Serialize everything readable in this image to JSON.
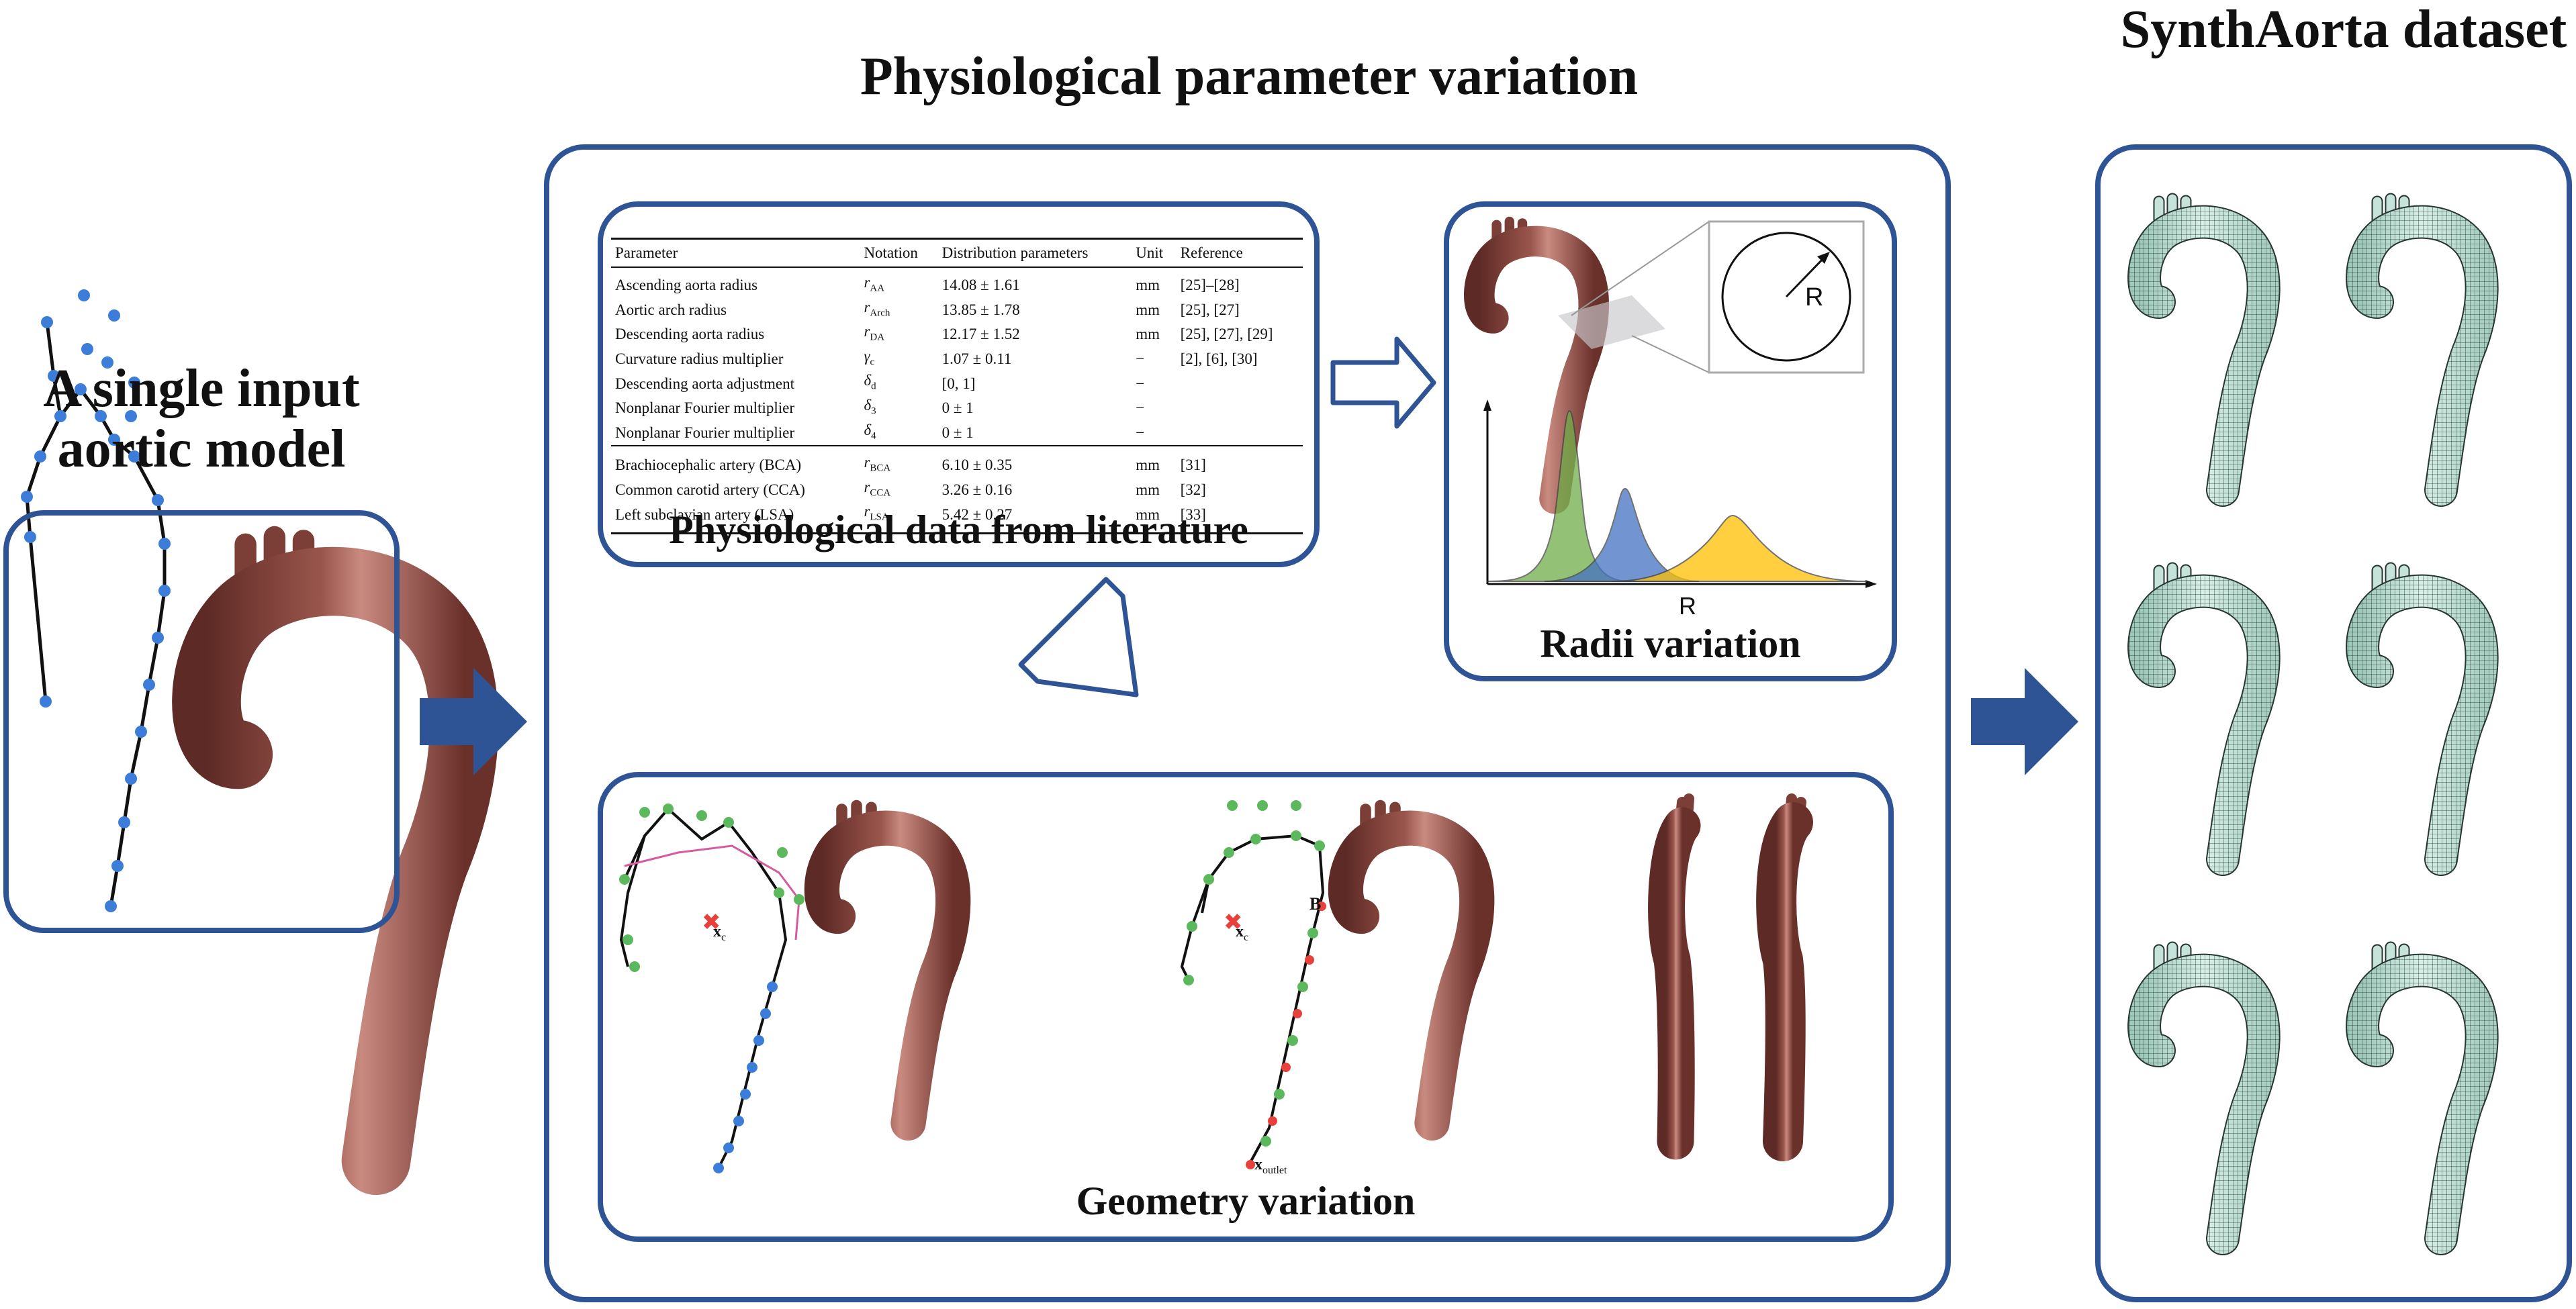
{
  "titles": {
    "input": "A single input aortic model",
    "middle": "Physiological parameter variation",
    "dataset": "SynthAorta dataset"
  },
  "panels": {
    "literature": "Physiological data from literature",
    "radii": "Radii variation",
    "geometry": "Geometry variation"
  },
  "table": {
    "headers": [
      "Parameter",
      "Notation",
      "Distribution parameters",
      "Unit",
      "Reference"
    ],
    "group1": [
      [
        "Ascending aorta radius",
        "r_AA",
        "14.08 ± 1.61",
        "mm",
        "[25]–[28]"
      ],
      [
        "Aortic arch radius",
        "r_Arch",
        "13.85 ± 1.78",
        "mm",
        "[25], [27]"
      ],
      [
        "Descending aorta radius",
        "r_DA",
        "12.17 ± 1.52",
        "mm",
        "[25], [27], [29]"
      ],
      [
        "Curvature radius multiplier",
        "γ_c",
        "1.07 ± 0.11",
        "−",
        "[2], [6], [30]"
      ],
      [
        "Descending aorta adjustment",
        "δ_d",
        "[0, 1]",
        "−",
        ""
      ],
      [
        "Nonplanar Fourier multiplier",
        "δ_3",
        "0 ± 1",
        "−",
        ""
      ],
      [
        "Nonplanar Fourier multiplier",
        "δ_4",
        "0 ± 1",
        "−",
        ""
      ]
    ],
    "group2": [
      [
        "Brachiocephalic artery (BCA)",
        "r_BCA",
        "6.10 ± 0.35",
        "mm",
        "[31]"
      ],
      [
        "Common carotid artery (CCA)",
        "r_CCA",
        "3.26 ± 0.16",
        "mm",
        "[32]"
      ],
      [
        "Left subclavian artery (LSA)",
        "r_LSA",
        "5.42 ± 0.27",
        "mm",
        "[33]"
      ]
    ]
  },
  "radii_plot": {
    "axis_label": "R",
    "circle_label": "R",
    "colors": [
      "#70ad47",
      "#4472c4",
      "#ffc000"
    ]
  },
  "geometry_labels": {
    "center": "x_c",
    "point_b": "B",
    "outlet": "x_outlet"
  },
  "colors": {
    "accent": "#2f5496",
    "aorta": "#8b4a43",
    "mesh": "#c6e3d9",
    "node_blue": "#3b7dd8",
    "node_green": "#5cb85c",
    "node_red": "#e8403a"
  }
}
